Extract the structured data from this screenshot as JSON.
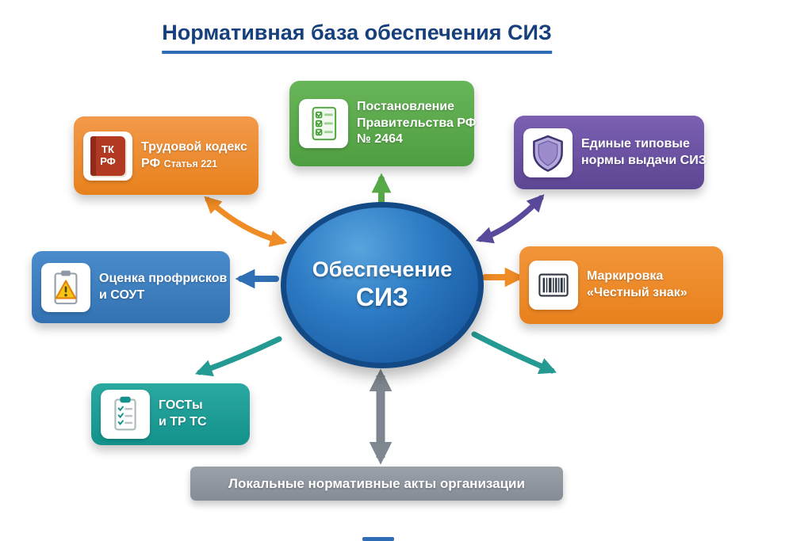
{
  "title": "Нормативная база обеспечения СИЗ",
  "center": {
    "line1": "Обеспечение",
    "line2": "СИЗ"
  },
  "nodes": {
    "tk": {
      "line1": "Трудовой кодекс",
      "line2": "РФ",
      "line2_note": "Статья 221",
      "icon": "labor-code-book-icon",
      "icon_line1": "ТК",
      "icon_line2": "РФ",
      "color": "#e8811c"
    },
    "decree": {
      "line1": "Постановление",
      "line2": "Правительства РФ",
      "line3": "№ 2464",
      "icon": "checklist-icon",
      "color": "#4f9e41"
    },
    "etn": {
      "line1": "Единые типовые",
      "line2": "нормы выдачи СИЗ",
      "icon": "shield-icon",
      "color": "#5d4694"
    },
    "risk": {
      "line1": "Оценка профрисков",
      "line2": "и СОУТ",
      "icon": "risk-warning-clipboard-icon",
      "color": "#3372b2"
    },
    "mark": {
      "line1": "Маркировка",
      "line2": "«Честный знак»",
      "icon": "barcode-icon",
      "color": "#e8811c"
    },
    "gost": {
      "line1": "ГОСТы",
      "line2": "и ТР ТС",
      "icon": "standards-checklist-icon",
      "color": "#13918b"
    }
  },
  "bottom_bar": {
    "label": "Локальные нормативные акты организации",
    "color": "#858c95"
  },
  "colors": {
    "title_text": "#16407c",
    "title_underline": "#2e6cb5",
    "center_fill": "#1b5ea6",
    "center_border": "#134a86",
    "arrow_orange": "#ef8c25",
    "arrow_green": "#57a846",
    "arrow_purple": "#5b4a9b",
    "arrow_blue": "#2f6fb3",
    "arrow_teal": "#259a93",
    "arrow_gray": "#7e868f"
  }
}
